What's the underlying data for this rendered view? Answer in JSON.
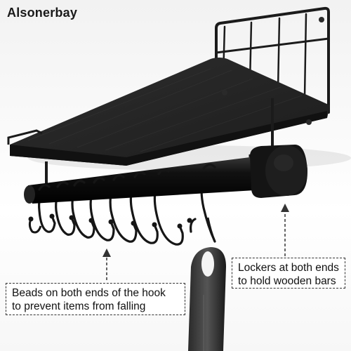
{
  "brand": {
    "name": "Alsonerbay"
  },
  "callouts": {
    "hook_beads": {
      "line1": "Beads on both ends of the hook",
      "line2": "to prevent items from falling"
    },
    "lockers": {
      "line1": "Lockers at both ends",
      "line2": "to hold wooden bars"
    }
  },
  "colors": {
    "metal": "#1b1b1b",
    "wood": "#232323",
    "background": "#f4f4f4",
    "callout_border": "#333333"
  },
  "hooks": {
    "count": 10
  }
}
